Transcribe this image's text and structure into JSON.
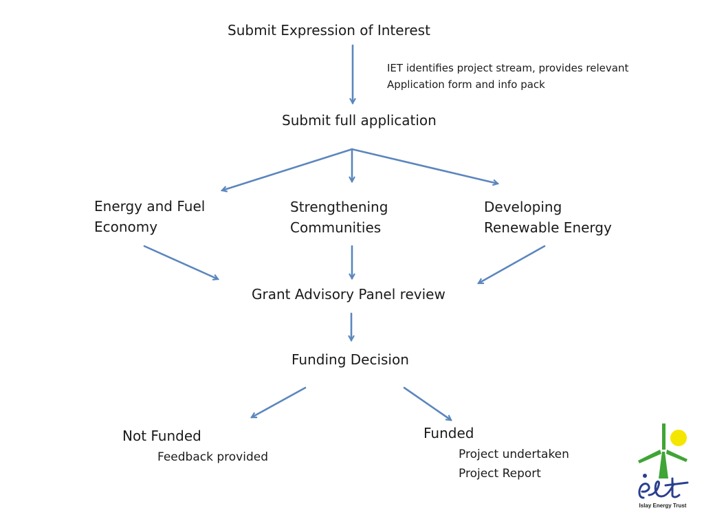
{
  "steps": {
    "submit_eoi": "Submit Expression of Interest",
    "iet_note_line1": "IET  identifies  project  stream,  provides  relevant",
    "iet_note_line2": "Application form and info pack",
    "submit_full": "Submit full application",
    "gap_review": "Grant Advisory Panel review",
    "funding_decision": "Funding Decision"
  },
  "streams": {
    "energy_line1": "Energy  and  Fuel",
    "energy_line2": "Economy",
    "strengthening_line1": "Strengthening",
    "strengthening_line2": "Communities",
    "developing_line1": "Developing",
    "developing_line2": "Renewable Energy"
  },
  "outcomes": {
    "not_funded": "Not Funded",
    "feedback": "Feedback provided",
    "funded": "Funded",
    "undertaken": "Project undertaken",
    "report": "Project Report"
  },
  "logo": {
    "text": "Islay Energy Trust"
  },
  "colors": {
    "arrow": "#5b86be",
    "logo_green": "#3fa535",
    "logo_sun": "#f5e600",
    "logo_blue": "#2a3f8f"
  }
}
